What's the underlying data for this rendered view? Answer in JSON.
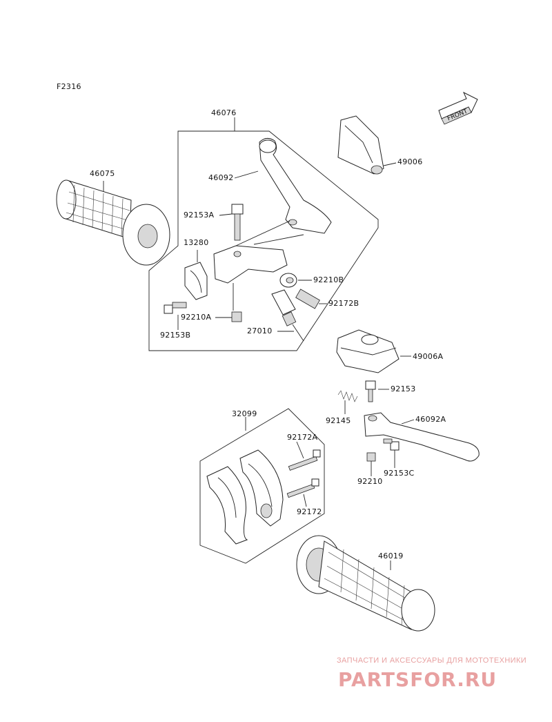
{
  "diagram": {
    "figure_id": "F2316",
    "front_label": "FRONT",
    "callouts": [
      {
        "id": "46076",
        "text": "46076"
      },
      {
        "id": "46075",
        "text": "46075"
      },
      {
        "id": "46092",
        "text": "46092"
      },
      {
        "id": "49006",
        "text": "49006"
      },
      {
        "id": "92153A",
        "text": "92153A"
      },
      {
        "id": "13280",
        "text": "13280"
      },
      {
        "id": "92210B",
        "text": "92210B"
      },
      {
        "id": "92172B",
        "text": "92172B"
      },
      {
        "id": "92210A",
        "text": "92210A"
      },
      {
        "id": "92153B",
        "text": "92153B"
      },
      {
        "id": "27010",
        "text": "27010"
      },
      {
        "id": "49006A",
        "text": "49006A"
      },
      {
        "id": "92153",
        "text": "92153"
      },
      {
        "id": "92145",
        "text": "92145"
      },
      {
        "id": "46092A",
        "text": "46092A"
      },
      {
        "id": "32099",
        "text": "32099"
      },
      {
        "id": "92172A",
        "text": "92172A"
      },
      {
        "id": "92210",
        "text": "92210"
      },
      {
        "id": "92153C",
        "text": "92153C"
      },
      {
        "id": "92172",
        "text": "92172"
      },
      {
        "id": "46019",
        "text": "46019"
      }
    ]
  },
  "watermark": {
    "tagline": "ЗАПЧАСТИ И АКСЕССУАРЫ ДЛЯ МОТОТЕХНИКИ",
    "brand": "PARTSFOR.RU",
    "color": "#e8a0a0"
  }
}
